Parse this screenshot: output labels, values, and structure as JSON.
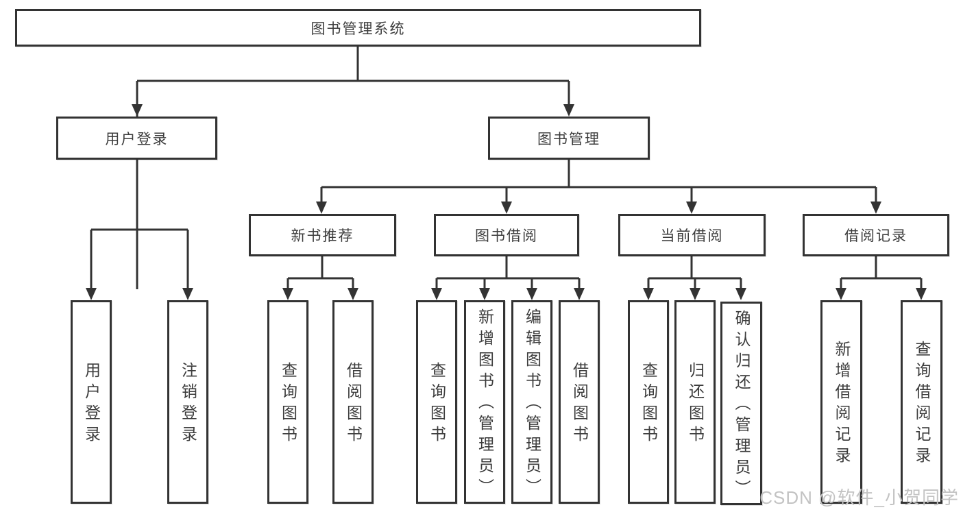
{
  "nodes": {
    "root": "图书管理系统",
    "level2": [
      "用户登录",
      "图书管理"
    ],
    "level3": [
      "新书推荐",
      "图书借阅",
      "当前借阅",
      "借阅记录"
    ],
    "leaves": [
      "用户登录",
      "注销登录",
      "查询图书",
      "借阅图书",
      "查询图书",
      "新增图书（管理员）",
      "编辑图书（管理员）",
      "借阅图书",
      "查询图书",
      "归还图书",
      "确认归还（管理员）",
      "新增借阅记录",
      "查询借阅记录"
    ]
  },
  "hierarchy": {
    "图书管理系统": [
      "用户登录",
      "图书管理"
    ],
    "用户登录": [
      "用户登录",
      "注销登录"
    ],
    "图书管理": [
      "新书推荐",
      "图书借阅",
      "当前借阅",
      "借阅记录"
    ],
    "新书推荐": [
      "查询图书",
      "借阅图书"
    ],
    "图书借阅": [
      "查询图书",
      "新增图书（管理员）",
      "编辑图书（管理员）",
      "借阅图书"
    ],
    "当前借阅": [
      "查询图书",
      "归还图书",
      "确认归还（管理员）"
    ],
    "借阅记录": [
      "新增借阅记录",
      "查询借阅记录"
    ]
  },
  "watermark": {
    "text": "CSDN @软件_小贺同学"
  },
  "colors": {
    "line": "#333333",
    "border": "#333333",
    "text": "#3c3c3c",
    "watermark": "#c3c3c3",
    "background": "#ffffff"
  }
}
